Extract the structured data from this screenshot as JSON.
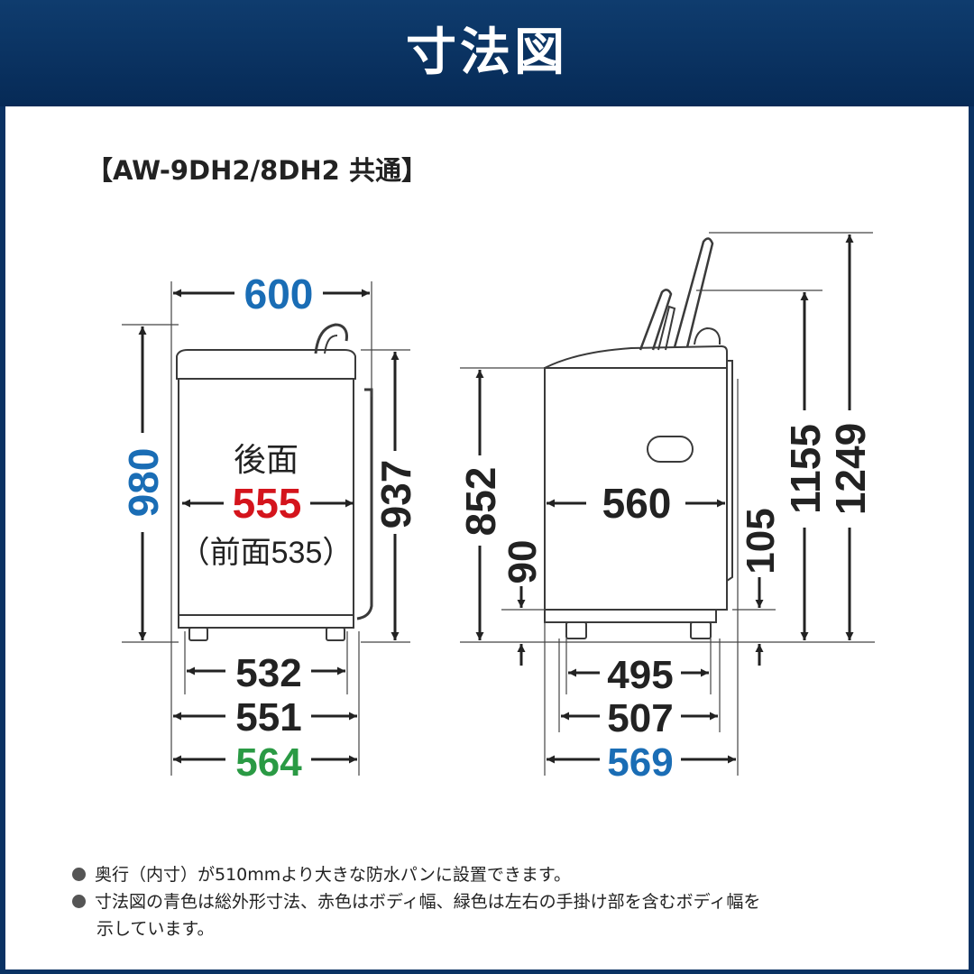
{
  "header": {
    "title": "寸法図"
  },
  "model_label": "【AW-9DH2/8DH2 共通】",
  "front_view": {
    "width_top": "600",
    "height_total": "980",
    "height_body": "937",
    "rear_label": "後面",
    "rear_width": "555",
    "front_width_note": "（前面535）",
    "base_1": "532",
    "base_2": "551",
    "base_3": "564"
  },
  "side_view": {
    "height_body": "852",
    "width_mid": "560",
    "foot_height": "90",
    "side_gap": "105",
    "height_lid_open": "1155",
    "height_max": "1249",
    "base_1": "495",
    "base_2": "507",
    "base_3": "569"
  },
  "colors": {
    "header_bg": "#0a3263",
    "blue": "#1a6db5",
    "red": "#d4141c",
    "green": "#2a9a44",
    "dark": "#222222"
  },
  "notes": {
    "line1": "奥行（内寸）が510mmより大きな防水パンに設置できます。",
    "line2": "寸法図の青色は総外形寸法、赤色はボディ幅、緑色は左右の手掛け部を含むボディ幅を",
    "line2_cont": "示しています。"
  }
}
